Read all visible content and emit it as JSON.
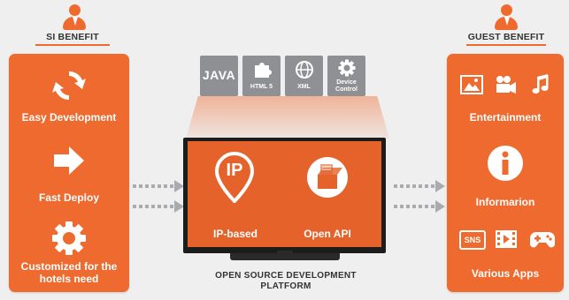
{
  "si_benefit": {
    "title": "SI BENEFIT",
    "items": [
      {
        "label": "Easy Development",
        "icon": "refresh-cycle-icon"
      },
      {
        "label": "Fast Deploy",
        "icon": "right-arrow-icon"
      },
      {
        "label": "Customized for the hotels need",
        "icon": "gear-icon"
      }
    ]
  },
  "guest_benefit": {
    "title": "GUEST BENEFIT",
    "items": [
      {
        "label": "Entertainment",
        "icons": [
          "picture-icon",
          "video-camera-icon",
          "music-note-icon"
        ]
      },
      {
        "label": "Informarion",
        "icon": "info-icon"
      },
      {
        "label": "Various Apps",
        "icons": [
          "sns-icon",
          "film-strip-icon",
          "gamepad-icon"
        ]
      }
    ]
  },
  "tech_tiles": [
    {
      "label": "JAVA",
      "icon": "java-icon"
    },
    {
      "label": "HTML 5",
      "icon": "puzzle-icon"
    },
    {
      "label": "XML",
      "icon": "globe-icon"
    },
    {
      "label": "Device Control",
      "icon": "gear-icon"
    }
  ],
  "platform": {
    "left_label": "IP-based",
    "left_badge": "IP",
    "right_label": "Open API",
    "title_line1": "OPEN SOURCE DEVELOPMENT",
    "title_line2": "PLATFORM"
  },
  "sns_text": "SNS",
  "colors": {
    "accent": "#ef6a2e",
    "tile": "#8f9093",
    "bezel": "#1c1c1c",
    "background": "#efefef"
  }
}
